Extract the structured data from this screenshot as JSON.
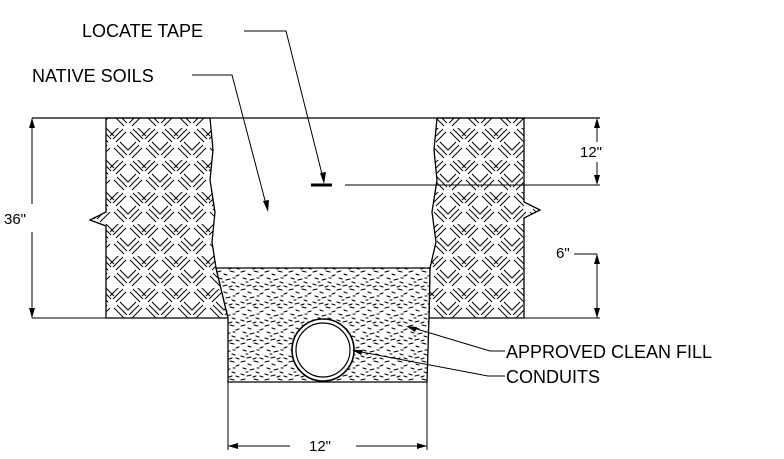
{
  "labels": {
    "locate_tape": "LOCATE TAPE",
    "native_soils": "NATIVE SOILS",
    "approved_clean_fill": "APPROVED CLEAN FILL",
    "conduits": "CONDUITS"
  },
  "dimensions": {
    "total_depth": "36\"",
    "tape_depth": "12\"",
    "fill_above": "6\"",
    "trench_width": "12\""
  },
  "colors": {
    "line": "#000000",
    "background": "#ffffff"
  }
}
